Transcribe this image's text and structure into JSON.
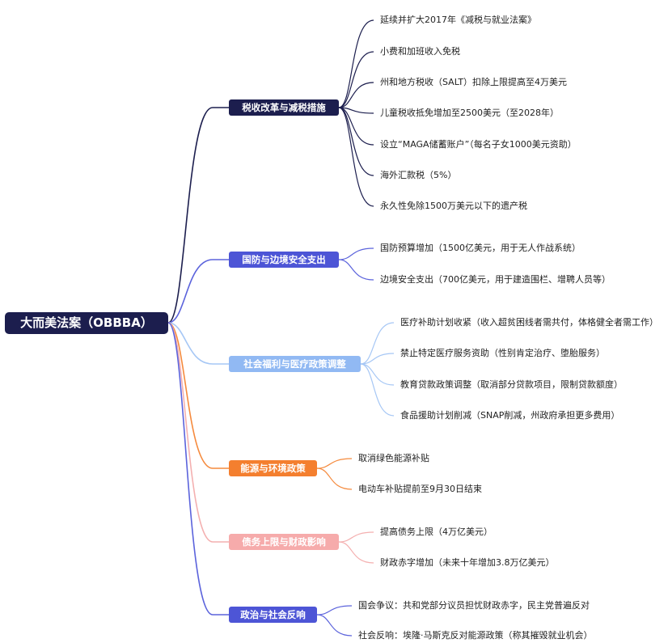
{
  "root": {
    "label": "大而美法案（OBBBA）",
    "color": "#1c1e4e"
  },
  "branches": [
    {
      "label": "税收改革与减税措施",
      "color": "#1c1e4e",
      "line": "#1c1e4e",
      "items": [
        "延续并扩大2017年《减税与就业法案》",
        "小费和加班收入免税",
        "州和地方税收（SALT）扣除上限提高至4万美元",
        "儿童税收抵免增加至2500美元（至2028年）",
        "设立“MAGA储蓄账户”（每名子女1000美元资助）",
        "海外汇款税（5%）",
        "永久性免除1500万美元以下的遗产税"
      ]
    },
    {
      "label": "国防与边境安全支出",
      "color": "#4d55d6",
      "line": "#5b63dc",
      "items": [
        "国防预算增加（1500亿美元，用于无人作战系统）",
        "边境安全支出（700亿美元，用于建造围栏、增聘人员等）"
      ]
    },
    {
      "label": "社会福利与医疗政策调整",
      "color": "#91b9f3",
      "line": "#a6c7f5",
      "items": [
        "医疗补助计划收紧（收入超贫困线者需共付，体格健全者需工作）",
        "禁止特定医疗服务资助（性别肯定治疗、堕胎服务）",
        "教育贷款政策调整（取消部分贷款项目，限制贷款额度）",
        "食品援助计划削减（SNAP削减，州政府承担更多费用）"
      ]
    },
    {
      "label": "能源与环境政策",
      "color": "#f47f2f",
      "line": "#f58a3d",
      "items": [
        "取消绿色能源补贴",
        "电动车补贴提前至9月30日结束"
      ]
    },
    {
      "label": "债务上限与财政影响",
      "color": "#f6abab",
      "line": "#f4b0b0",
      "items": [
        "提高债务上限（4万亿美元）",
        "财政赤字增加（未来十年增加3.8万亿美元）"
      ]
    },
    {
      "label": "政治与社会反响",
      "color": "#4d55d6",
      "line": "#5b63dc",
      "items": [
        "国会争议：共和党部分议员担忧财政赤字，民主党普遍反对",
        "社会反响：埃隆·马斯克反对能源政策（称其摧毁就业机会）"
      ]
    }
  ]
}
